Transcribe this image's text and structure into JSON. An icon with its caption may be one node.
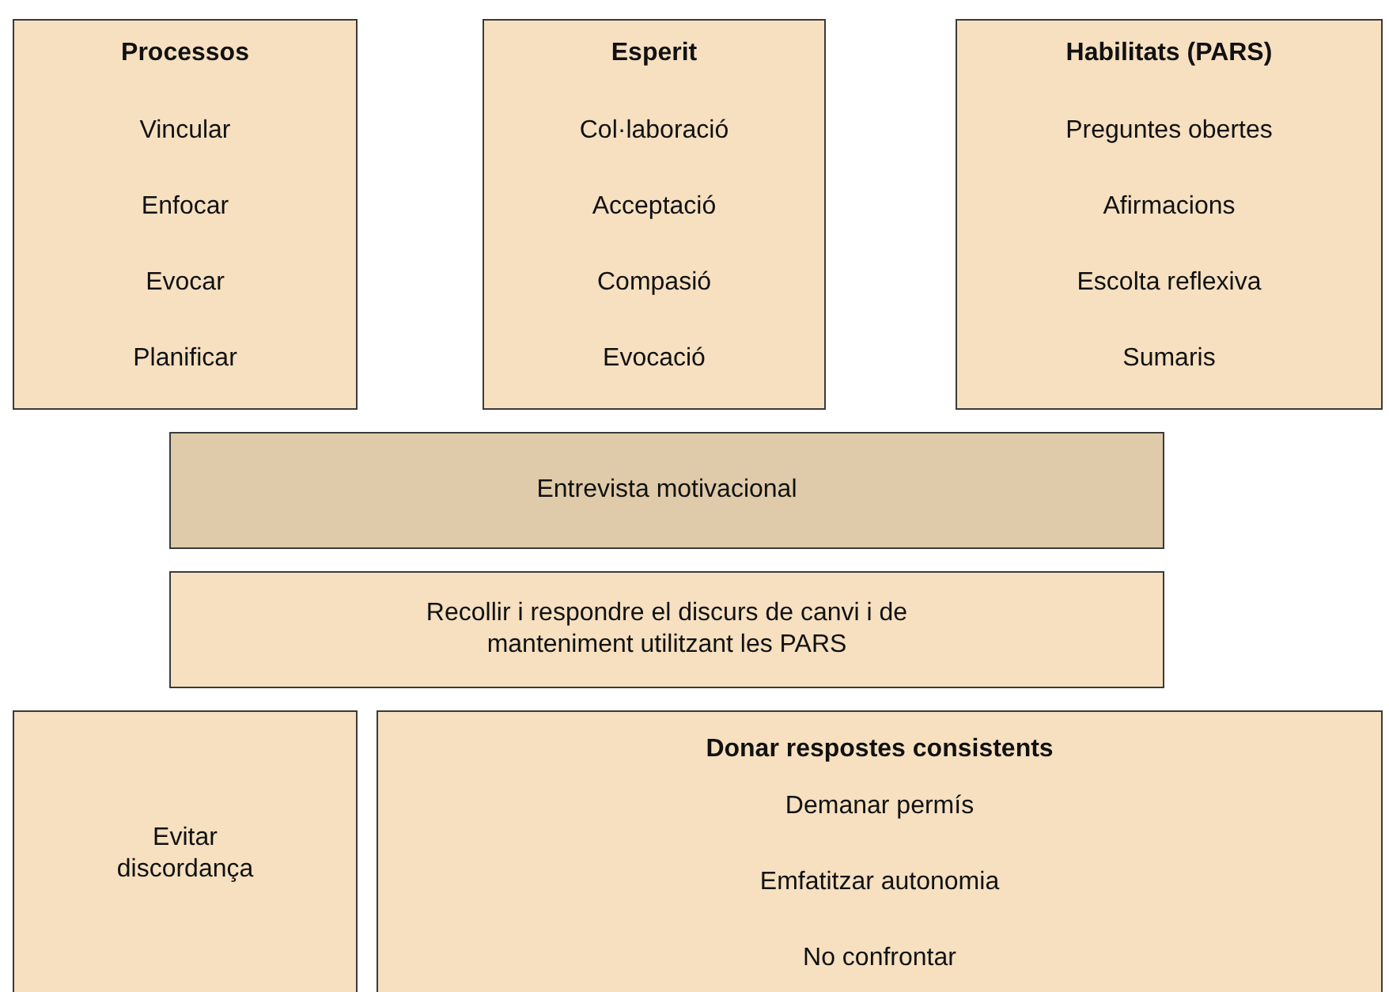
{
  "diagram": {
    "nodes": [
      {
        "text": [
          "Processos",
          "Vincular",
          "Enfocar",
          "Evocar",
          "Planificar"
        ]
      },
      {
        "text": [
          "Esperit",
          "Col·laboració",
          "Acceptació",
          "Compasió",
          "Evocació"
        ]
      },
      {
        "text": [
          "Habilitats (PARS)",
          "Preguntes obertes",
          "Afirmacions",
          "Escolta reflexiva",
          "Sumaris"
        ]
      },
      {
        "text": [
          "Entrevista motivacional"
        ]
      },
      {
        "text": [
          "Recollir i respondre el discurs de canvi i de manteniment utilitzant les PARS"
        ]
      },
      {
        "text": [
          "Evitar discordança"
        ]
      },
      {
        "text": [
          "Donar respostes consistents",
          "Demanar permís",
          "Emfatitzar autonomia",
          "No confrontar"
        ]
      }
    ]
  }
}
